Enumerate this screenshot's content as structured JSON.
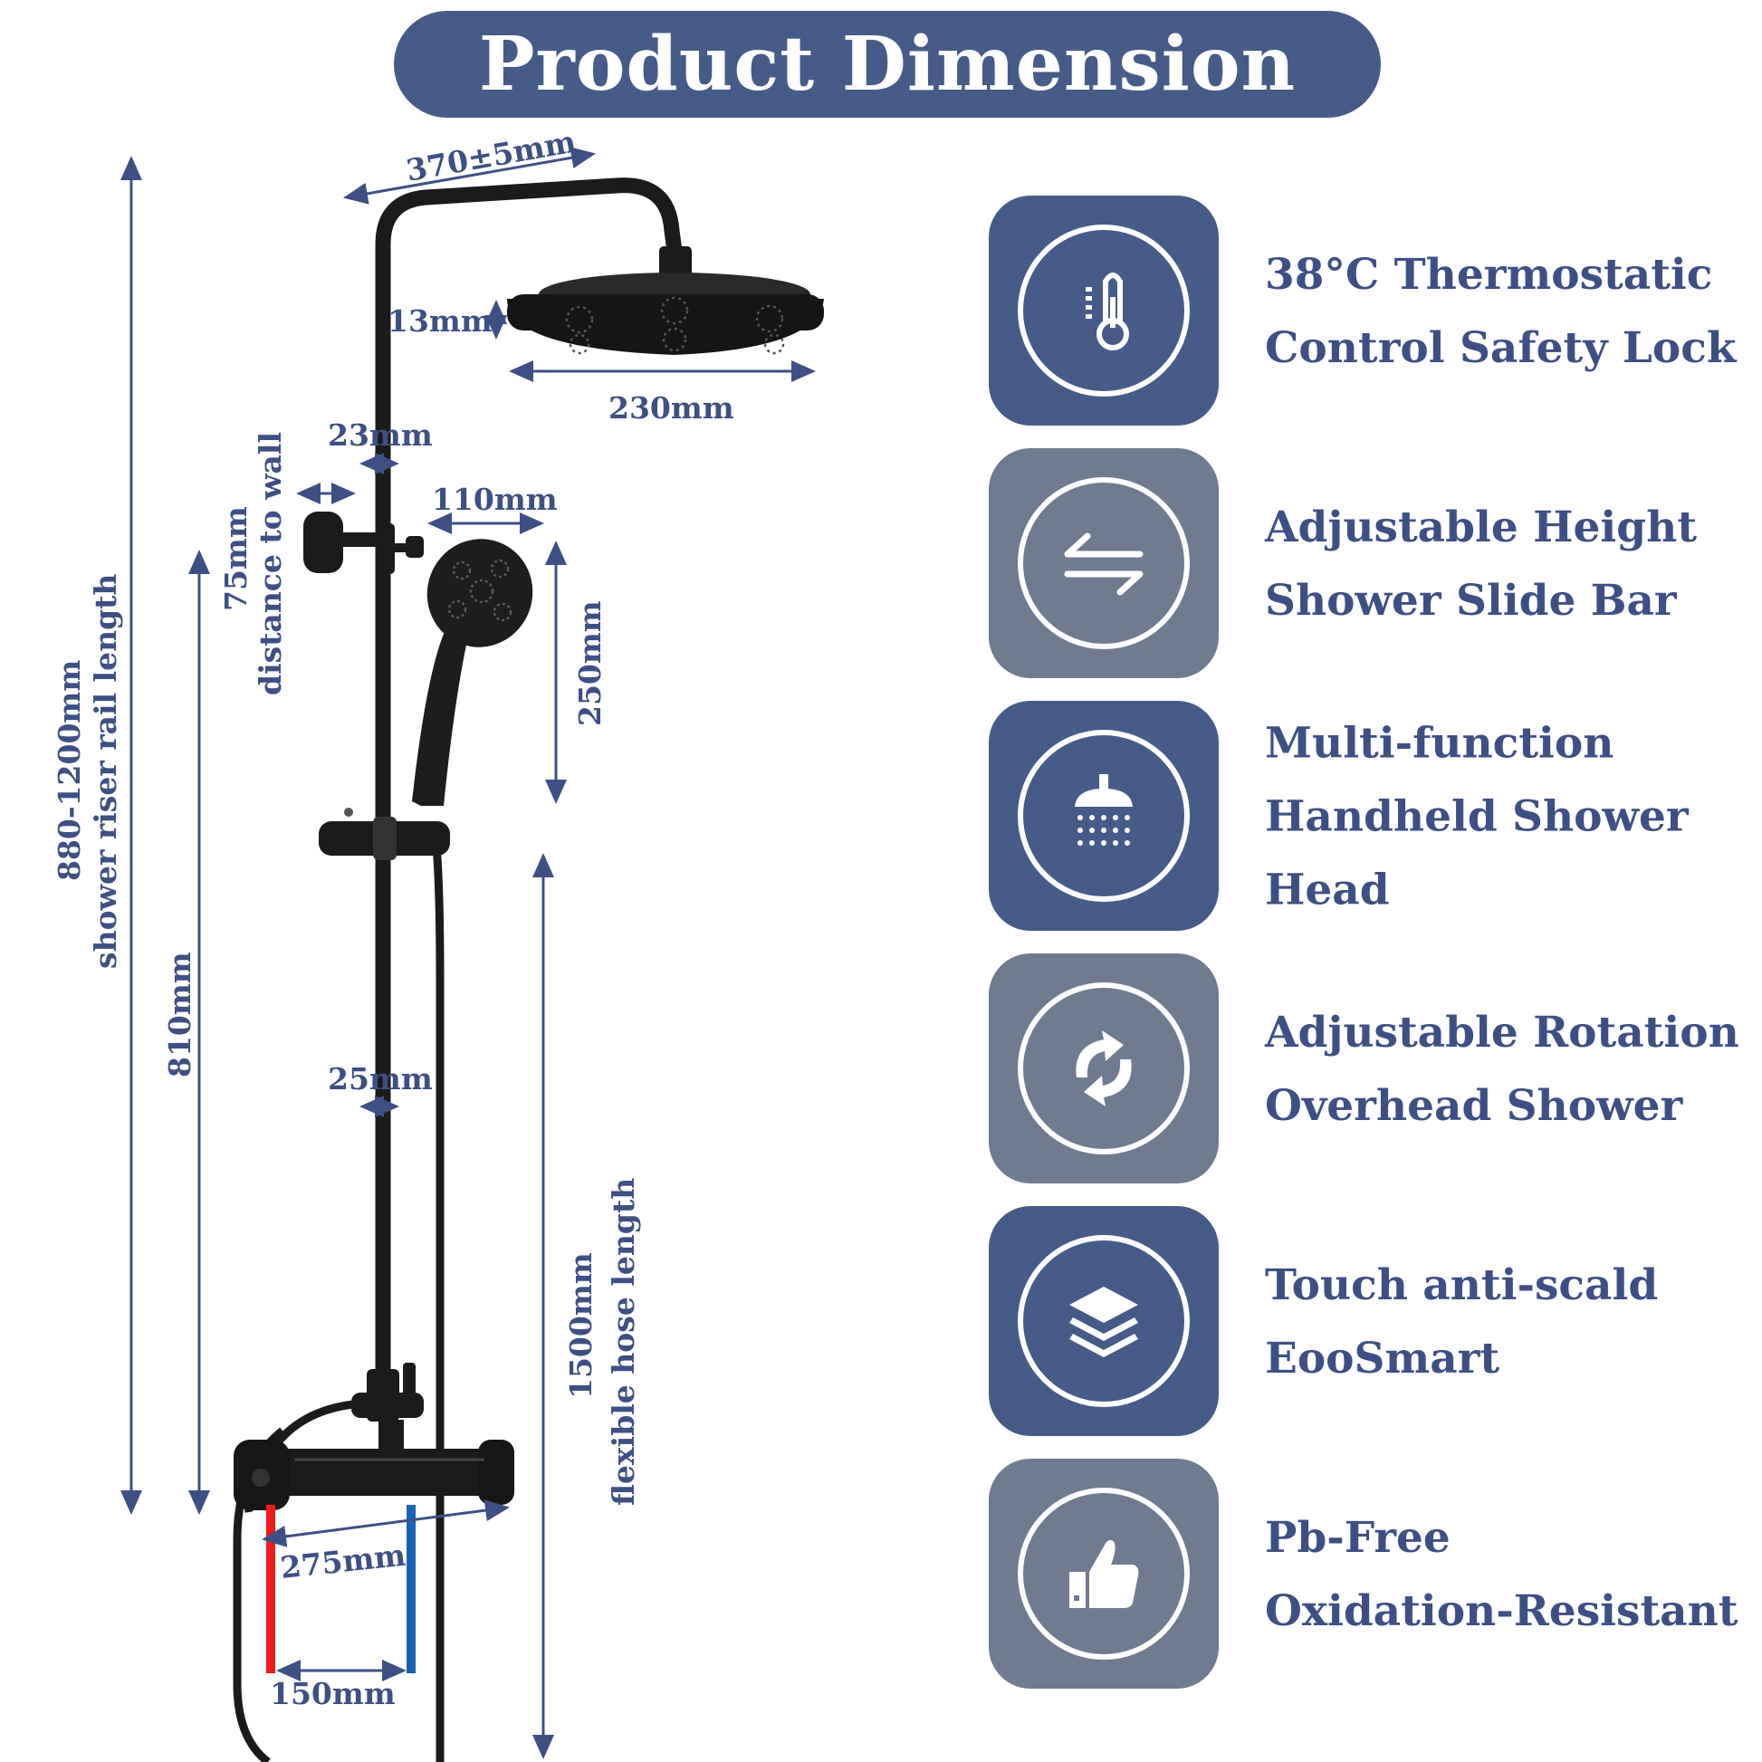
{
  "title": "Product Dimension",
  "colors": {
    "navy": "#475b88",
    "slate": "#707b8f",
    "text": "#3e5083",
    "hot": "#ef1b1b",
    "cold": "#1d62b5"
  },
  "dimensions": {
    "arm_length": "370±5mm",
    "head_thickness": "13mm",
    "head_diameter": "230mm",
    "pipe_top": "23mm",
    "wall_distance_value": "75mm",
    "wall_distance_label": "distance to wall",
    "handheld_width": "110mm",
    "handheld_length": "250mm",
    "rail_length_value": "880-1200mm",
    "rail_length_label": "shower riser rail length",
    "pipe_height": "810mm",
    "pipe_bottom": "25mm",
    "hose_length_value": "1500mm",
    "hose_length_label": "flexible hose length",
    "valve_width": "275mm",
    "inlet_spacing": "150mm"
  },
  "features": [
    {
      "icon": "thermometer-icon",
      "tone": "navy",
      "lines": [
        "38°C Thermostatic",
        "Control Safety Lock"
      ]
    },
    {
      "icon": "swap-arrows-icon",
      "tone": "slate",
      "lines": [
        "Adjustable Height",
        "Shower Slide Bar"
      ]
    },
    {
      "icon": "shower-head-icon",
      "tone": "navy",
      "lines": [
        "Multi-function",
        "Handheld Shower",
        "Head"
      ]
    },
    {
      "icon": "rotation-icon",
      "tone": "slate",
      "lines": [
        "Adjustable Rotation",
        "Overhead Shower"
      ]
    },
    {
      "icon": "layers-icon",
      "tone": "navy",
      "lines": [
        "Touch anti-scald",
        "EooSmart"
      ]
    },
    {
      "icon": "thumbs-up-icon",
      "tone": "slate",
      "lines": [
        "Pb-Free",
        "Oxidation-Resistant"
      ]
    }
  ]
}
